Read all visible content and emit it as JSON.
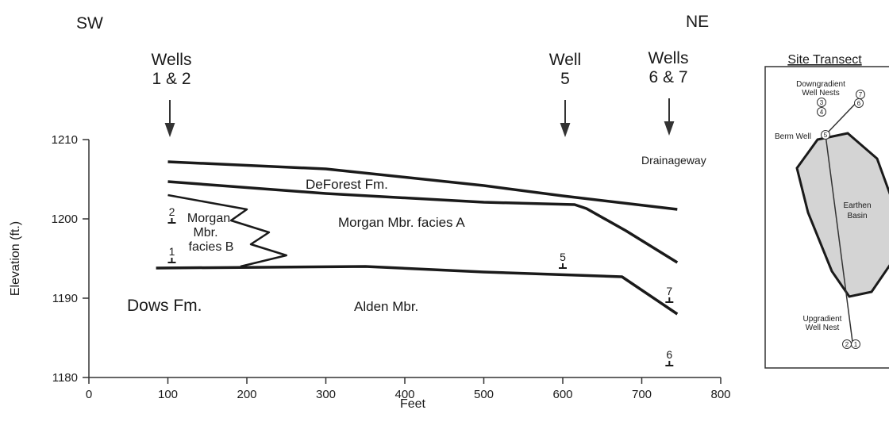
{
  "section": {
    "direction_left": "SW",
    "direction_right": "NE",
    "wells": [
      {
        "label_line1": "Wells",
        "label_line2": "1 & 2",
        "x_feet": 100
      },
      {
        "label_line1": "Well",
        "label_line2": "5",
        "x_feet": 600
      },
      {
        "label_line1": "Wells",
        "label_line2": "6 & 7",
        "x_feet": 735
      }
    ],
    "units": [
      {
        "name": "DeForest Fm."
      },
      {
        "name": "Morgan Mbr. facies A"
      },
      {
        "name_lines": [
          "Morgan",
          "Mbr.",
          "facies B"
        ]
      },
      {
        "name": "Dows Fm."
      },
      {
        "name": "Alden Mbr."
      },
      {
        "name": "Drainageway"
      }
    ],
    "well_screens": [
      {
        "label": "2",
        "x_feet": 105,
        "elev_ft": 1199.5
      },
      {
        "label": "1",
        "x_feet": 105,
        "elev_ft": 1194.5
      },
      {
        "label": "5",
        "x_feet": 600,
        "elev_ft": 1193.8
      },
      {
        "label": "7",
        "x_feet": 735,
        "elev_ft": 1189.5
      },
      {
        "label": "6",
        "x_feet": 735,
        "elev_ft": 1181.5
      }
    ]
  },
  "chart_data": {
    "type": "line",
    "xlabel": "Feet",
    "ylabel": "Elevation (ft.)",
    "xlim": [
      0,
      800
    ],
    "ylim": [
      1180,
      1210
    ],
    "x_ticks": [
      "0",
      "100",
      "200",
      "300",
      "400",
      "500",
      "600",
      "700",
      "800"
    ],
    "y_ticks": [
      "1180",
      "1190",
      "1200",
      "1210"
    ],
    "series": [
      {
        "points": [
          [
            100,
            1207.2
          ],
          [
            300,
            1206.3
          ],
          [
            500,
            1204.2
          ],
          [
            600,
            1202.9
          ],
          [
            745,
            1201.2
          ]
        ]
      },
      {
        "points": [
          [
            100,
            1204.7
          ],
          [
            300,
            1203.2
          ],
          [
            500,
            1202.1
          ],
          [
            615,
            1201.8
          ],
          [
            630,
            1201.3
          ],
          [
            680,
            1198.5
          ],
          [
            745,
            1194.5
          ]
        ]
      },
      {
        "points": [
          [
            85,
            1193.8
          ],
          [
            350,
            1194.0
          ],
          [
            500,
            1193.3
          ],
          [
            675,
            1192.7
          ],
          [
            745,
            1188.0
          ]
        ]
      },
      {
        "points": [
          [
            100,
            1203.0
          ],
          [
            200,
            1201.2
          ],
          [
            180,
            1199.8
          ],
          [
            228,
            1198.3
          ],
          [
            205,
            1196.8
          ],
          [
            250,
            1195.4
          ],
          [
            192,
            1194.0
          ]
        ]
      }
    ]
  },
  "inset": {
    "title": "Site Transect",
    "downgradient_label": [
      "Downgradient",
      "Well Nests"
    ],
    "berm_label": "Berm Well",
    "basin_label": [
      "Earthen",
      "Basin"
    ],
    "upgradient_label": [
      "Upgradient",
      "Well Nest"
    ],
    "well_numbers": [
      "1",
      "2",
      "3",
      "4",
      "5",
      "6",
      "7"
    ],
    "basin_fill": "#d4d4d4"
  }
}
